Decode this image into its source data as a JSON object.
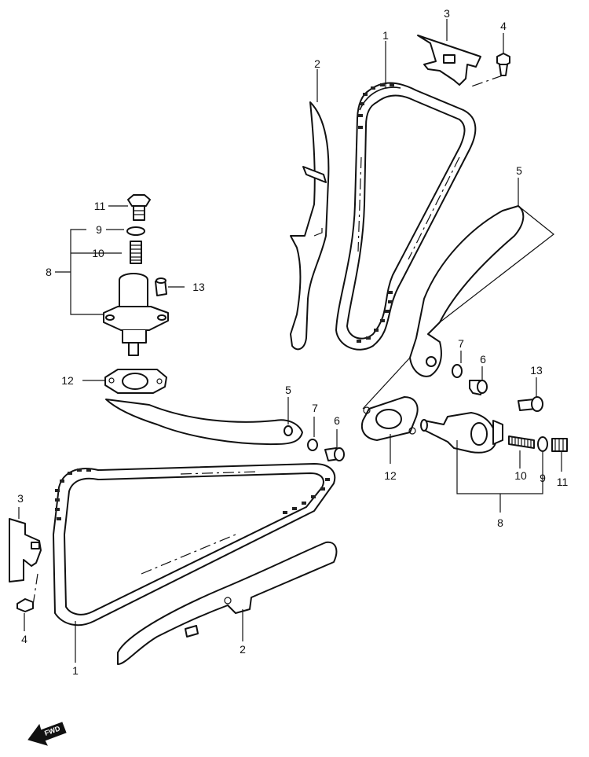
{
  "diagram": {
    "callouts": {
      "c1_top": "1",
      "c2_top": "2",
      "c3_top": "3",
      "c4_top": "4",
      "c5_right": "5",
      "c7_right": "7",
      "c6_right": "6",
      "c13_right": "13",
      "c12_right": "12",
      "c10_right": "10",
      "c9_right": "9",
      "c11_right": "11",
      "c8_right": "8",
      "c11_left": "11",
      "c9_left": "9",
      "c10_left": "10",
      "c8_left": "8",
      "c13_left": "13",
      "c12_left": "12",
      "c5_mid": "5",
      "c7_mid": "7",
      "c6_mid": "6",
      "c3_left": "3",
      "c4_left": "4",
      "c1_bottom": "1",
      "c2_bottom": "2"
    },
    "fwd_label": "FWD"
  }
}
